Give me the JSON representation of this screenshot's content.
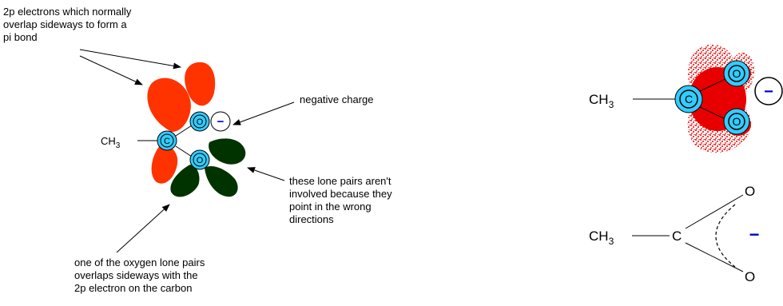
{
  "annotations": {
    "pi_bond_note": "2p electrons which normally\noverlap sideways to form a\npi bond",
    "negative_charge_note": "negative charge",
    "lone_pairs_note": "these lone pairs aren't\ninvolved because they\npoint in the wrong\ndirections",
    "overlap_note": "one of the oxygen lone pairs\noverlaps sideways with the\n2p electron on the carbon"
  },
  "left_diagram": {
    "methyl": "CH",
    "methyl_subscript": "3",
    "carbon": "C",
    "oxygen_top": "O",
    "oxygen_bottom": "O",
    "charge": "−"
  },
  "right_top_diagram": {
    "methyl": "CH",
    "methyl_subscript": "3",
    "carbon": "C",
    "oxygen_top": "O",
    "oxygen_bottom": "O",
    "charge": "−"
  },
  "right_bottom_diagram": {
    "methyl": "CH",
    "methyl_subscript": "3",
    "carbon": "C",
    "oxygen_top": "O",
    "oxygen_bottom": "O",
    "charge": "−"
  },
  "colors": {
    "p_orbital_red": "#ff3300",
    "lone_pair_green": "#003300",
    "atom_cyan": "#33ccff",
    "charge_blue": "#0000cc",
    "dense_red": "#e80000"
  }
}
